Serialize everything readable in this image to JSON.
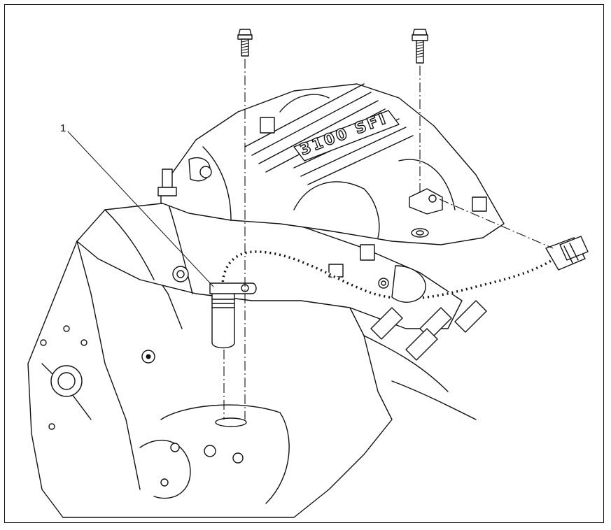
{
  "figure": {
    "callouts": [
      {
        "id": "callout-1",
        "label": "1"
      }
    ],
    "engine_emblem": "3100 SFI"
  }
}
